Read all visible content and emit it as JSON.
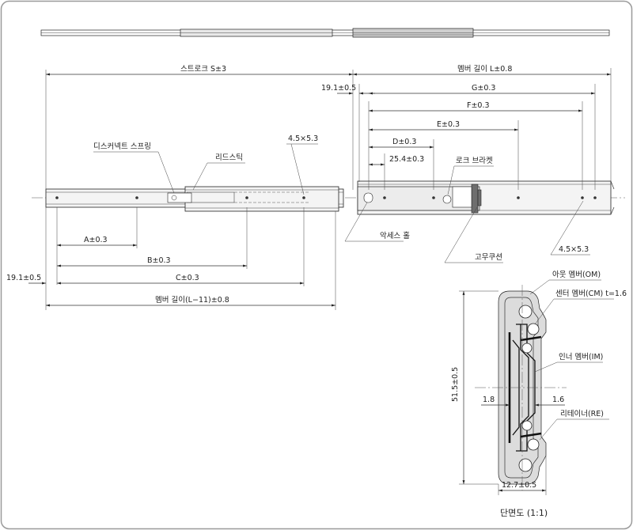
{
  "labels": {
    "stroke": "스트로크 S±3",
    "member_length": "멤버 길이 L±0.8",
    "offset_right": "19.1±0.5",
    "g": "G±0.3",
    "f": "F±0.3",
    "e": "E±0.3",
    "d": "D±0.3",
    "pitch": "25.4±0.3",
    "lock_bracket": "로크 브라켓",
    "disconnect_spring": "디스커넥트 스프링",
    "lead_stick": "리드스틱",
    "slot_left": "4.5×5.3",
    "access_hole": "악세스 홀",
    "rubber_cushion": "고무쿠션",
    "slot_right": "4.5×5.3",
    "a": "A±0.3",
    "b": "B±0.3",
    "c": "C±0.3",
    "offset_left": "19.1±0.5",
    "member_length_short": "멤버 길이(L−11)±0.8",
    "outer_member": "아웃 멤버(OM)",
    "center_member": "센터 멤버(CM) t=1.6",
    "inner_member": "인너 멤버(IM)",
    "height": "51.5±0.5",
    "gap_left": "1.8",
    "gap_right": "1.6",
    "retainer": "리테이너(RE)",
    "width": "12.7±0.5",
    "section_caption": "단면도 (1:1)"
  }
}
